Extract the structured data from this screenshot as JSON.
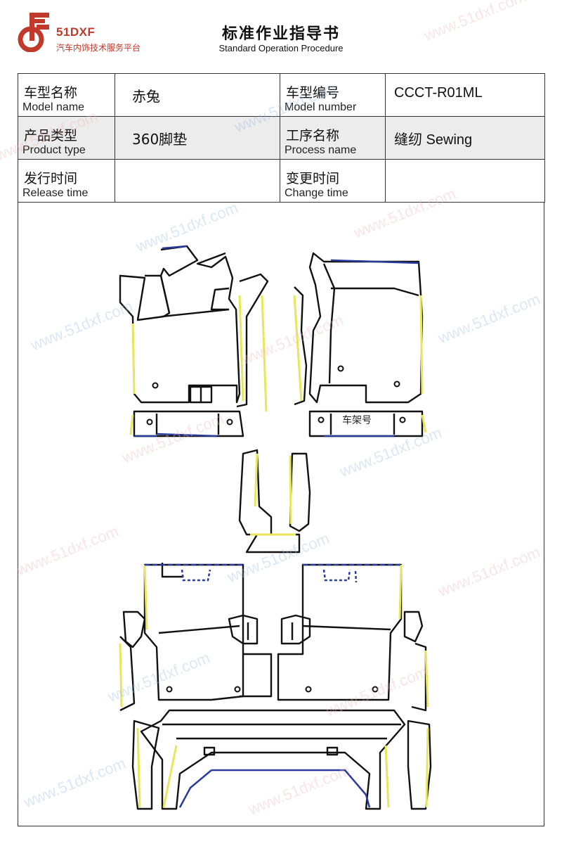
{
  "brand": {
    "name": "51DXF",
    "tagline": "汽车内饰技术服务平台",
    "color": "#c0392b"
  },
  "header": {
    "title": "标准作业指导书",
    "subtitle": "Standard Operation Procedure"
  },
  "info_table": {
    "model_name_zh": "车型名称",
    "model_name_en": "Model name",
    "model_name_value": "赤兔",
    "model_number_zh": "车型编号",
    "model_number_en": "Model number",
    "model_number_value": "CCCT-R01ML",
    "product_type_zh": "产品类型",
    "product_type_en": "Product type",
    "product_type_value": "360脚垫",
    "process_name_zh": "工序名称",
    "process_name_en": "Process name",
    "process_name_value": "缝纫 Sewing",
    "release_time_zh": "发行时间",
    "release_time_en": "Release time",
    "release_time_value": "",
    "change_time_zh": "变更时间",
    "change_time_en": "Change time",
    "change_time_value": ""
  },
  "drawing": {
    "frame_label": "车架号",
    "outline_color": "#111111",
    "edge_yellow": "#e8e65a",
    "edge_blue": "#2a3a9a"
  },
  "watermark": {
    "text": "www.51dxf.com"
  }
}
